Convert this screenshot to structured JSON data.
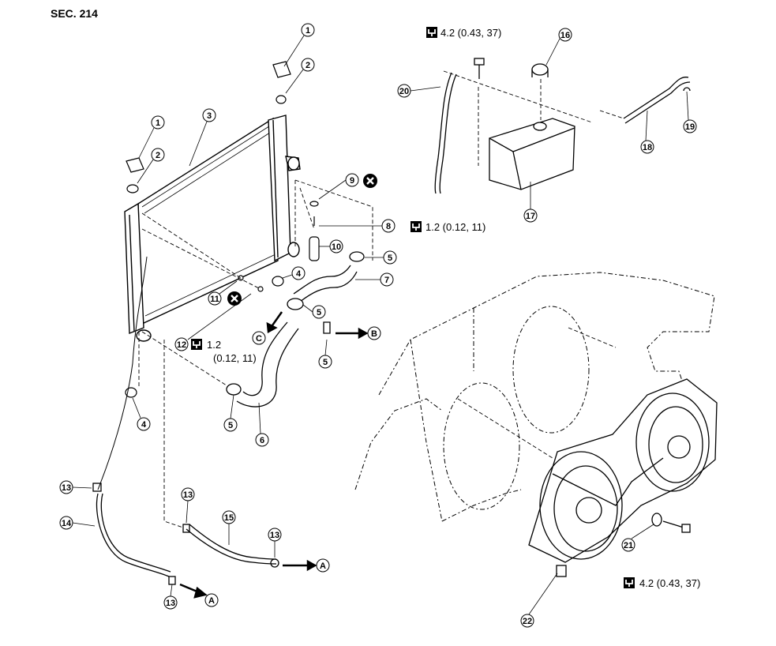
{
  "section_code": "SEC. 214",
  "torques": {
    "reservoir_bolt": "4.2 (0.43, 37)",
    "drain_plug": "1.2 (0.12, 11)",
    "air_bleed_plug_value": "1.2",
    "air_bleed_plug_units": "(0.12, 11)",
    "fan_bolt": "4.2 (0.43, 37)"
  },
  "callouts": {
    "n1": "1",
    "n2": "2",
    "n3": "3",
    "n4": "4",
    "n5": "5",
    "n6": "6",
    "n7": "7",
    "n8": "8",
    "n9": "9",
    "n10": "10",
    "n11": "11",
    "n12": "12",
    "n13": "13",
    "n14": "14",
    "n15": "15",
    "n16": "16",
    "n17": "17",
    "n18": "18",
    "n19": "19",
    "n20": "20",
    "n21": "21",
    "n22": "22"
  },
  "connections": {
    "a": "A",
    "b": "B",
    "c": "C"
  },
  "icons": {
    "torque": "torque-wrench-icon",
    "replace": "do-not-reuse-icon"
  }
}
